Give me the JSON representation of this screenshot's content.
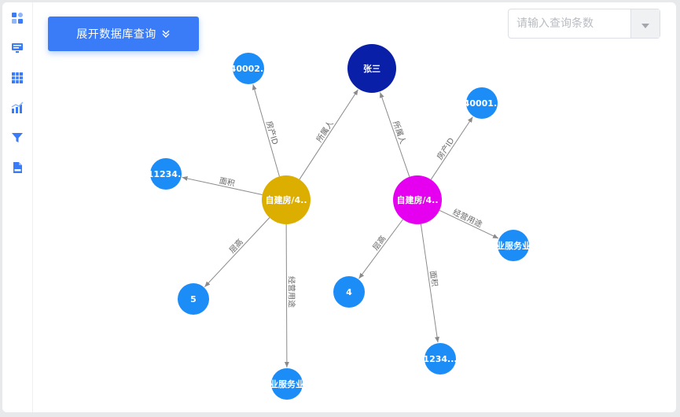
{
  "toolbar": {
    "expand_label": "展开数据库查询",
    "search_placeholder": "请输入查询条数",
    "search_value": ""
  },
  "sidebar": {
    "items": [
      {
        "icon": "dashboard-icon"
      },
      {
        "icon": "monitor-icon"
      },
      {
        "icon": "grid-icon"
      },
      {
        "icon": "chart-icon"
      },
      {
        "icon": "filter-icon"
      },
      {
        "icon": "json-file-icon"
      }
    ]
  },
  "colors": {
    "accent": "#3a7cf7",
    "node_blue": "#1c8cf7",
    "node_person": "#0a1fa8",
    "node_house_a": "#dcae00",
    "node_house_b": "#e600f0",
    "edge": "#8a8a8a"
  },
  "graph": {
    "nodes": [
      {
        "id": "n_zhangsan",
        "label": "张三",
        "type": "person"
      },
      {
        "id": "n_house_a",
        "label": "自建房/4..",
        "type": "house_a"
      },
      {
        "id": "n_house_b",
        "label": "自建房/4..",
        "type": "house_b"
      },
      {
        "id": "n_a_id",
        "label": "40002..",
        "type": "attr"
      },
      {
        "id": "n_a_area",
        "label": "11234..",
        "type": "attr"
      },
      {
        "id": "n_a_floor",
        "label": "5",
        "type": "attr"
      },
      {
        "id": "n_a_use",
        "label": "业服务业",
        "type": "attr"
      },
      {
        "id": "n_b_id",
        "label": "40001..",
        "type": "attr"
      },
      {
        "id": "n_b_use",
        "label": "业服务业",
        "type": "attr"
      },
      {
        "id": "n_b_floor",
        "label": "4",
        "type": "attr"
      },
      {
        "id": "n_b_area",
        "label": "1234...",
        "type": "attr"
      }
    ],
    "edges": [
      {
        "from": "n_house_a",
        "to": "n_zhangsan",
        "label": "所属人"
      },
      {
        "from": "n_house_b",
        "to": "n_zhangsan",
        "label": "所属人"
      },
      {
        "from": "n_house_a",
        "to": "n_a_id",
        "label": "房产ID"
      },
      {
        "from": "n_house_a",
        "to": "n_a_area",
        "label": "面积"
      },
      {
        "from": "n_house_a",
        "to": "n_a_floor",
        "label": "层高"
      },
      {
        "from": "n_house_a",
        "to": "n_a_use",
        "label": "经营用途"
      },
      {
        "from": "n_house_b",
        "to": "n_b_id",
        "label": "房产ID"
      },
      {
        "from": "n_house_b",
        "to": "n_b_use",
        "label": "经营用途"
      },
      {
        "from": "n_house_b",
        "to": "n_b_floor",
        "label": "层高"
      },
      {
        "from": "n_house_b",
        "to": "n_b_area",
        "label": "面积"
      }
    ]
  }
}
